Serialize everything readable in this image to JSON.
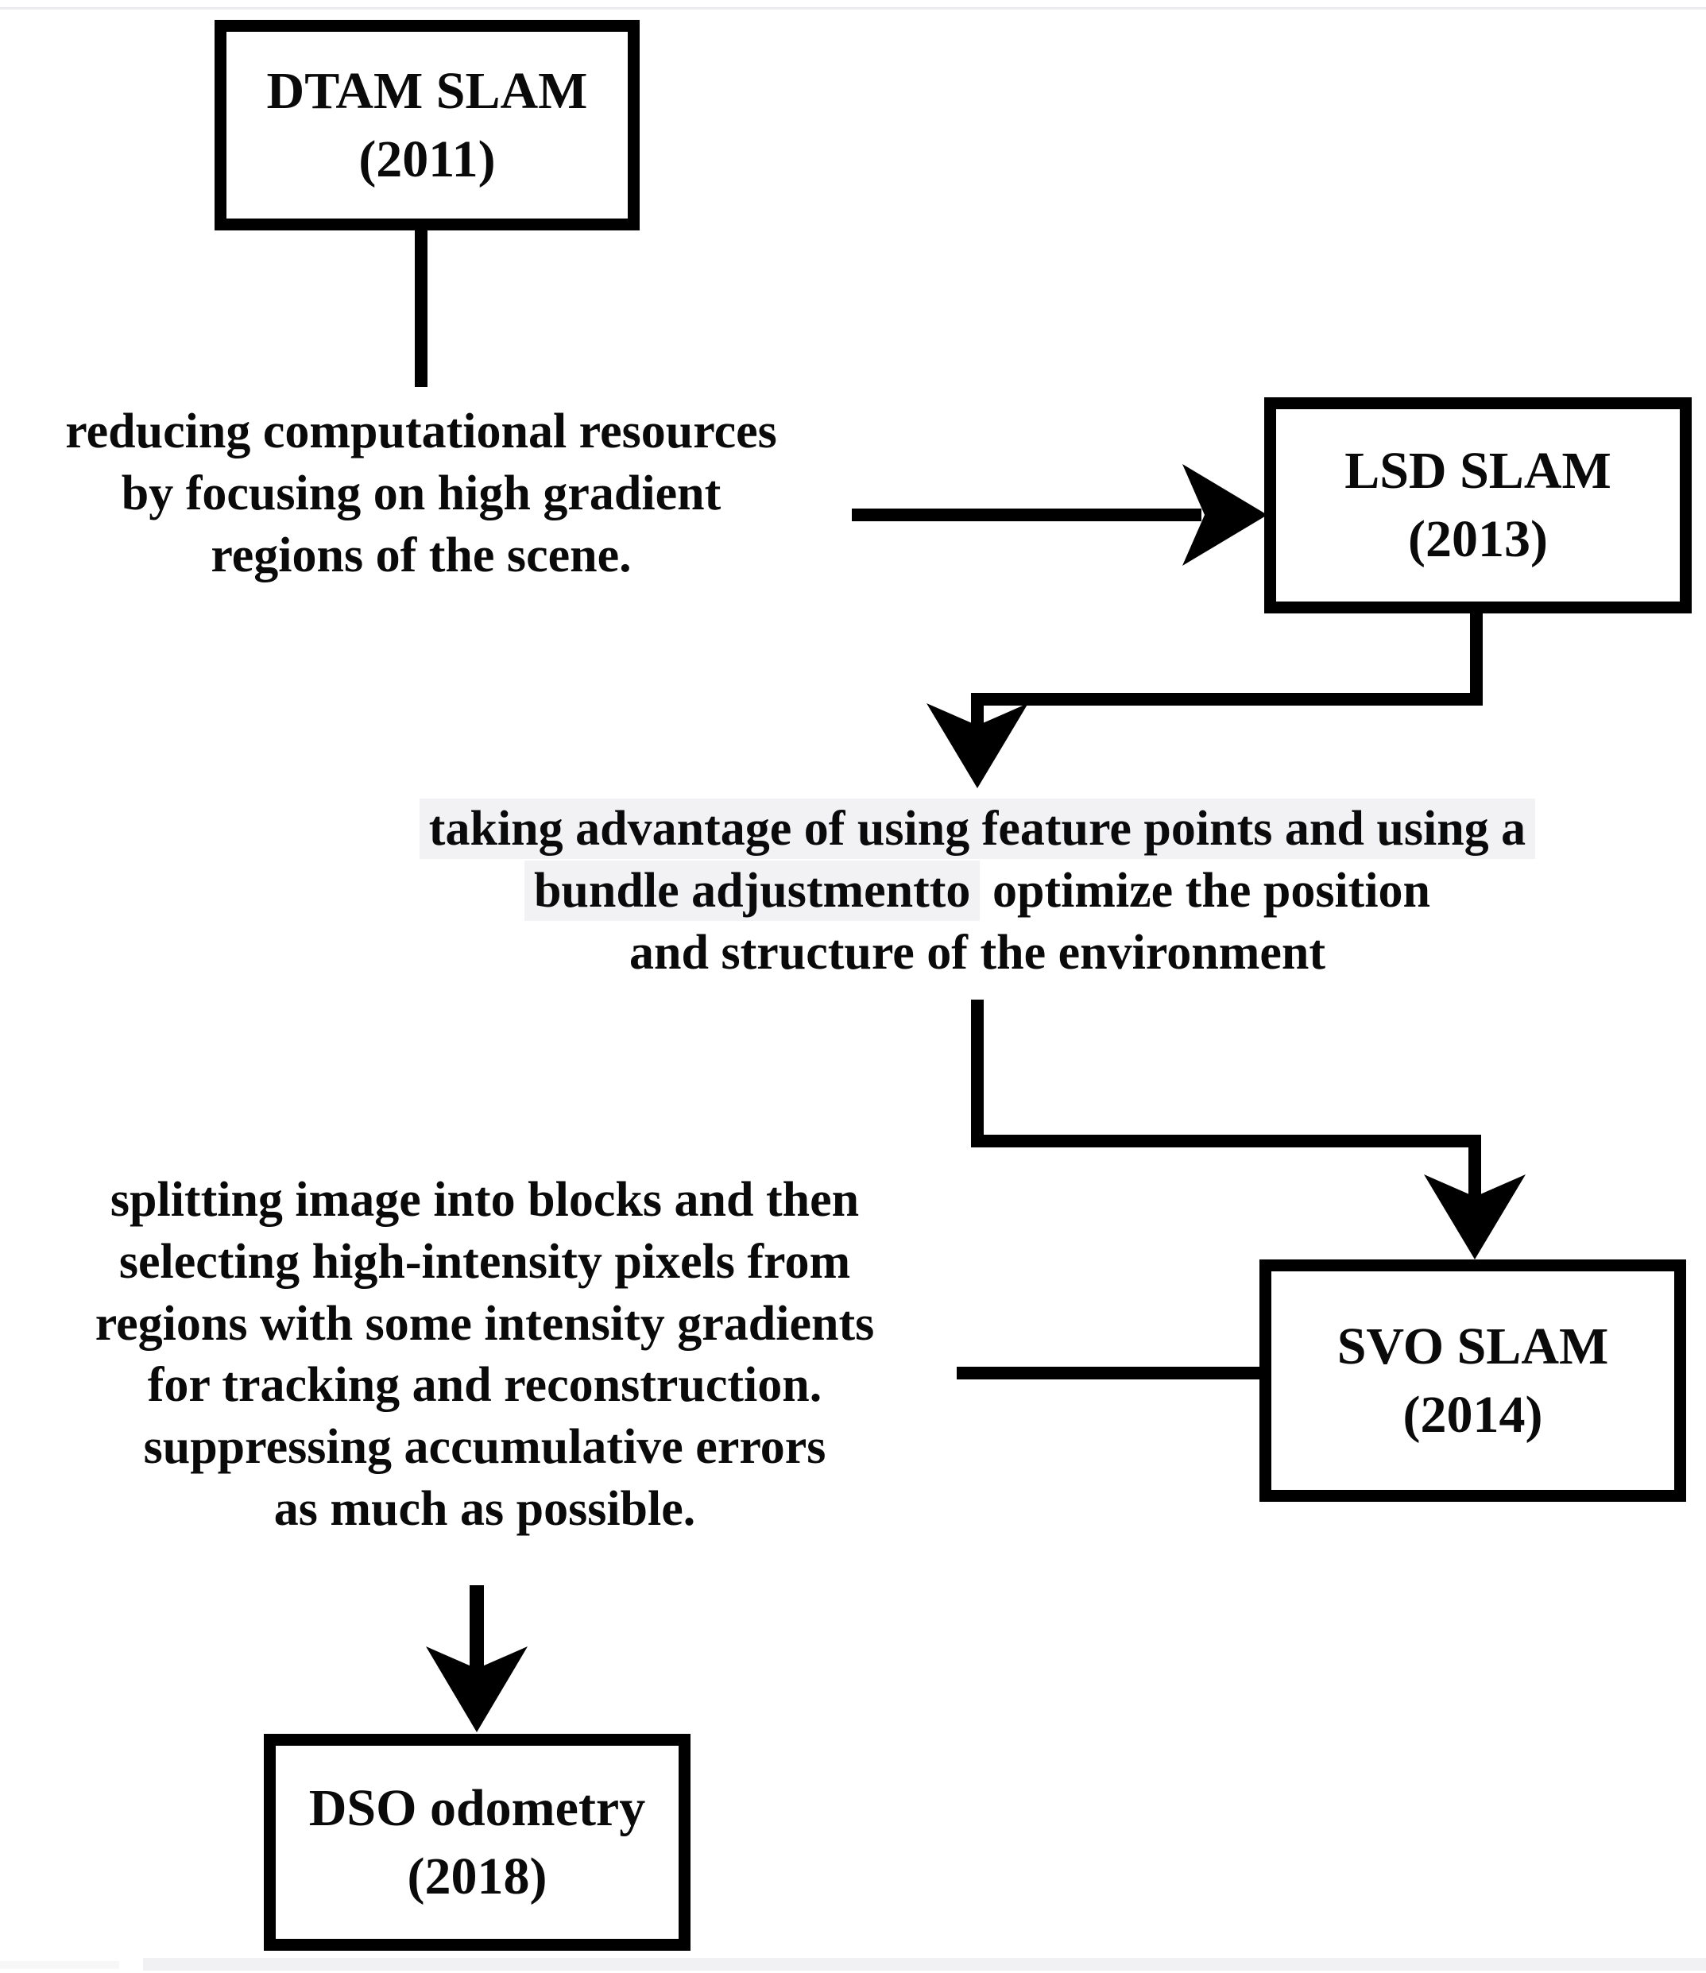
{
  "diagram": {
    "type": "flowchart",
    "topic": "evolution of direct visual SLAM methods",
    "nodes": [
      {
        "label": "DTAM SLAM",
        "year": "(2011)"
      },
      {
        "label": "LSD SLAM",
        "year": "(2013)"
      },
      {
        "label": "SVO SLAM",
        "year": "(2014)"
      },
      {
        "label": "DSO odometry",
        "year": "(2018)"
      }
    ],
    "edges": [
      {
        "from": 0,
        "to": 1,
        "note_ref": "note1"
      },
      {
        "from": 1,
        "to": 2,
        "note_ref": "note2"
      },
      {
        "from": 2,
        "to": 3,
        "note_ref": "note3"
      }
    ],
    "notes": {
      "note1_lines": [
        "reducing computational resources",
        "by focusing on high gradient",
        "regions of the scene."
      ],
      "note2_line1": "taking advantage of using feature points and using a",
      "note2_line2_highlight": "bundle adjustmentto",
      "note2_line2_rest": " optimize the position",
      "note2_line3": "and structure of the environment",
      "note3_lines": [
        "splitting image into blocks and then",
        "selecting high-intensity pixels from",
        "regions with some intensity gradients",
        "for tracking and reconstruction.",
        "suppressing accumulative errors",
        "as much as possible."
      ]
    },
    "colors": {
      "stroke": "#000000",
      "text": "#0a0a0a",
      "highlight": "#f2f2f5",
      "faint_rule": "#ececf0",
      "background": "#ffffff"
    }
  }
}
